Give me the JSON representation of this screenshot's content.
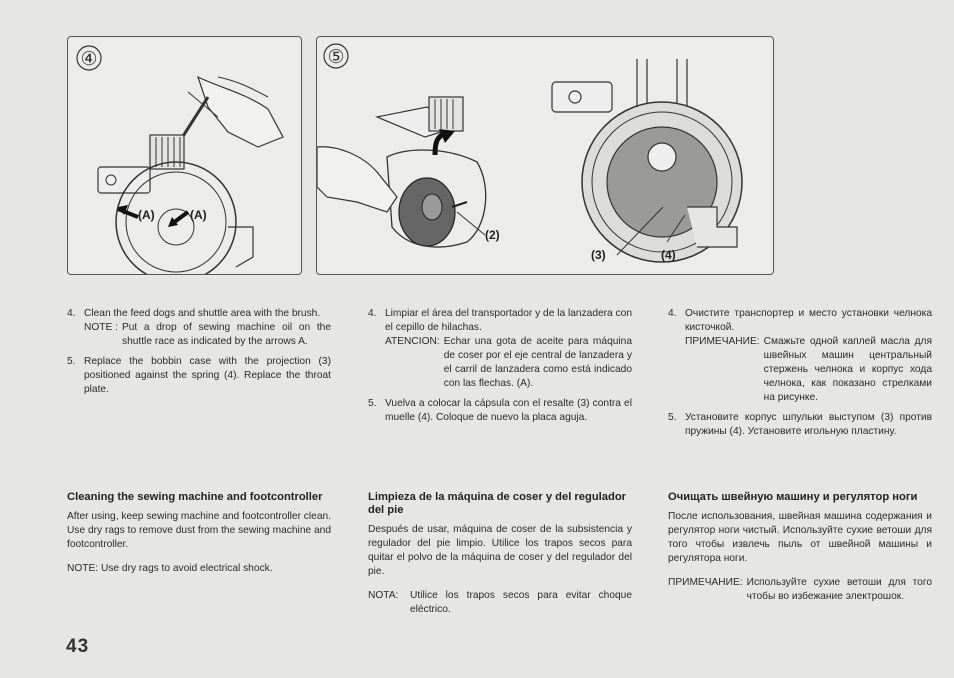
{
  "figures": {
    "fig4": {
      "number": "④",
      "labels": [
        "(A)",
        "(A)"
      ]
    },
    "fig5": {
      "number": "⑤",
      "labels": [
        "(2)",
        "(3)",
        "(4)"
      ]
    }
  },
  "english": {
    "item4_num": "4.",
    "item4_text": "Clean the feed dogs and shuttle area with the brush.",
    "item4_note_label": "NOTE :",
    "item4_note_text": "Put a drop of sewing machine oil on the shuttle race as indicated by the arrows A.",
    "item5_num": "5.",
    "item5_text": "Replace the bobbin case with the projection (3) positioned against the spring (4). Replace the throat plate.",
    "heading": "Cleaning the sewing machine and footcontroller",
    "paragraph": "After using, keep sewing machine and footcontroller clean. Use dry rags to remove dust from the sewing machine and footcontroller.",
    "note": "NOTE: Use dry rags to avoid electrical shock."
  },
  "spanish": {
    "item4_num": "4.",
    "item4_text": "Limpiar el área del transportador y de la lanzadera con el cepillo de hilachas.",
    "item4_note_label": "ATENCION:",
    "item4_note_text": "Echar una gota de aceite para máquina de coser por el eje central de lanzadera y el carril de lanzadera como está indicado con las flechas. (A).",
    "item5_num": "5.",
    "item5_text": "Vuelva a colocar la cápsula con el resalte (3) contra el muelle (4). Coloque de nuevo la placa aguja.",
    "heading": "Limpieza de la máquina de coser y del regulador del pie",
    "paragraph": "Después de usar, máquina de coser de la subsistencia y regulador del pie limpio. Utilice los trapos secos para quitar el polvo de la máquina de coser y del regulador del pie.",
    "note_label": "NOTA:",
    "note_text": "Utilice los trapos secos para evitar choque eléctrico."
  },
  "russian": {
    "item4_num": "4.",
    "item4_text": "Очистите транспортер и место установки челнока кисточкой.",
    "item4_note_label": "ПРИМЕЧАНИЕ:",
    "item4_note_text": "Смажьте одной каплей масла для швейных машин центральный стержень челнока и корпус хода челнока, как показано стрелками на рисунке.",
    "item5_num": "5.",
    "item5_text": "Установите корпус шпульки выступом (3) против пружины (4). Установите игольную пластину.",
    "heading": "Очищать швейную машину и регулятор ноги",
    "paragraph": "После использования, швейная машина содержания и регулятор ноги чистый. Используйте сухие ветоши для того чтобы извлечь пыль от швейной машины и регулятора ноги.",
    "note_label": "ПРИМЕЧАНИЕ:",
    "note_text": "Используйте сухие ветоши для того чтобы во избежание электрошок."
  },
  "page_number": "43"
}
